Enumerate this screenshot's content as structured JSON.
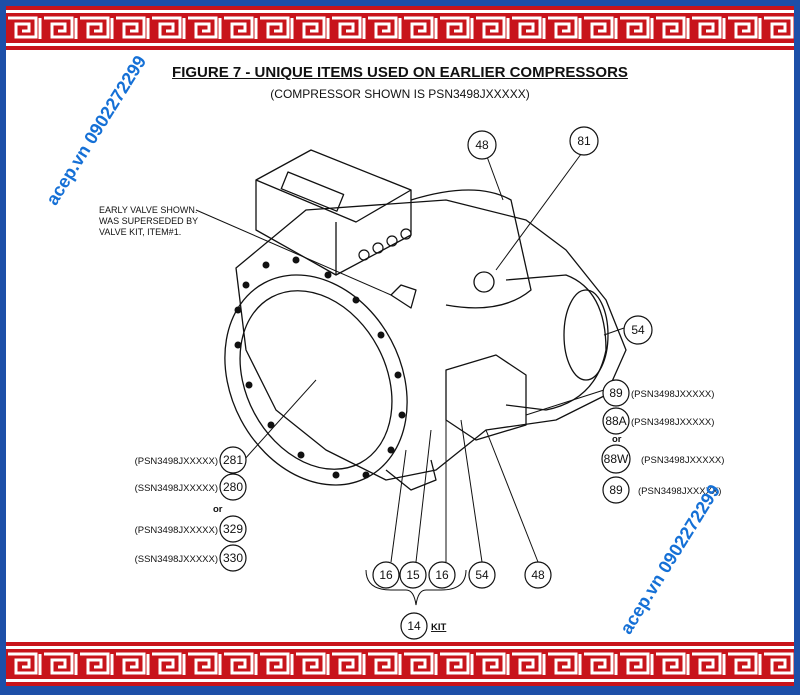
{
  "title": "FIGURE 7 - UNIQUE ITEMS USED ON EARLIER COMPRESSORS",
  "subtitle": "(COMPRESSOR SHOWN IS PSN3498JXXXXX)",
  "note": {
    "line1": "EARLY VALVE SHOWN.",
    "line2": "WAS SUPERSEDED BY",
    "line3": "VALVE KIT, ITEM#1."
  },
  "callouts": {
    "c48_top": "48",
    "c81": "81",
    "c54_right": "54",
    "c89_a": "89",
    "c88A": "88A",
    "c88W": "88W",
    "c89_b": "89",
    "c281": "281",
    "c280": "280",
    "c329": "329",
    "c330": "330",
    "c16_a": "16",
    "c15": "15",
    "c16_b": "16",
    "c54_bottom": "54",
    "c48_bottom": "48",
    "c14": "14"
  },
  "labels": {
    "psn_89a": "(PSN3498JXXXXX)",
    "psn_88a": "(PSN3498JXXXXX)",
    "or_right": "or",
    "psn_88w": "(PSN3498JXXXXX)",
    "psn_89b": "(PSN3498JXXXXX)",
    "psn_281": "(PSN3498JXXXXX)",
    "ssn_280": "(SSN3498JXXXXX)",
    "or_left": "or",
    "psn_329": "(PSN3498JXXXXX)",
    "ssn_330": "(SSN3498JXXXXX)",
    "kit": "KIT"
  },
  "watermark": {
    "top": "acep.vn  0902272299",
    "bottom": "acep.vn  0902272299"
  },
  "colors": {
    "border_blue": "#1d4fa8",
    "band_red": "#c8141b",
    "watermark_blue": "#1570d6"
  }
}
